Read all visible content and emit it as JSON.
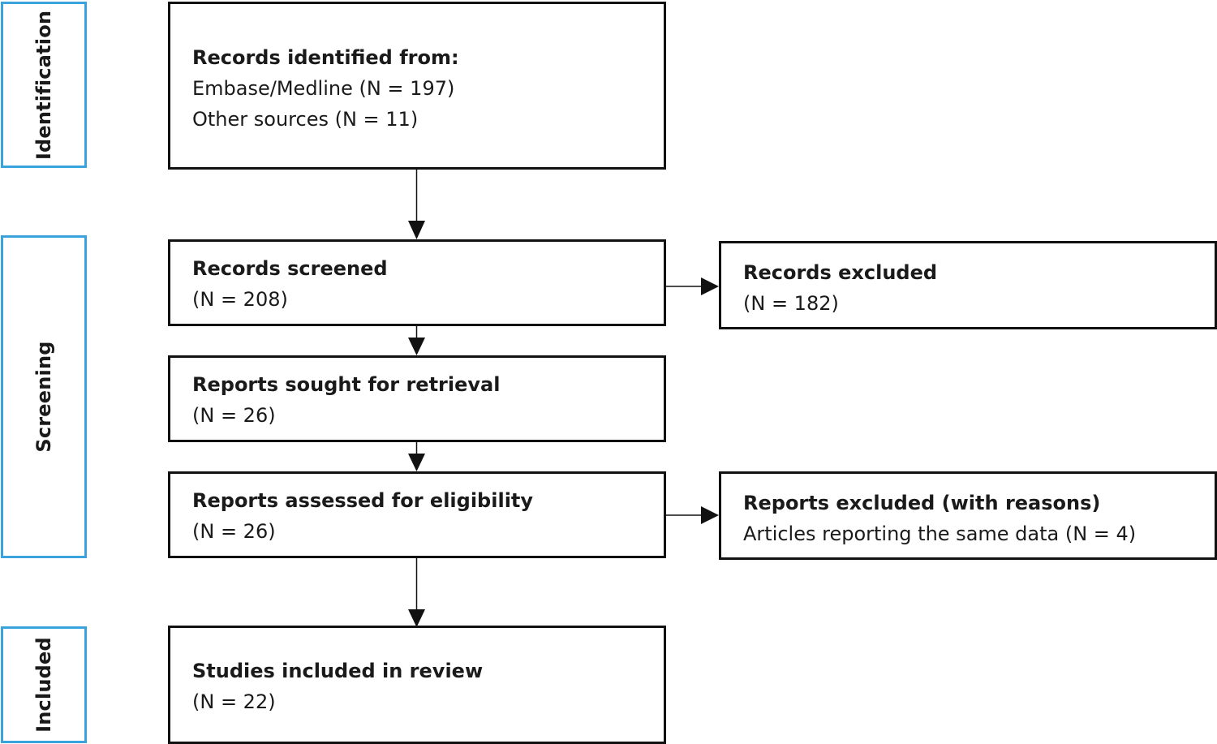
{
  "phases": {
    "identification": "Identification",
    "screening": "Screening",
    "included": "Included"
  },
  "boxes": {
    "identified": {
      "heading": "Records identified from:",
      "lines": [
        "Embase/Medline (N = 197)",
        "Other sources (N = 11)"
      ]
    },
    "screened": {
      "heading": "Records screened",
      "count": "(N = 208)"
    },
    "excluded": {
      "heading": "Records excluded",
      "count": "(N = 182)"
    },
    "sought": {
      "heading": "Reports sought for retrieval",
      "count": "(N = 26)"
    },
    "assessed": {
      "heading": "Reports assessed for eligibility",
      "count": "(N = 26)"
    },
    "reports_excluded": {
      "heading": "Reports excluded (with reasons)",
      "reason": "Articles reporting the same data (N = 4)"
    },
    "included": {
      "heading": "Studies included in review",
      "count": "(N = 22)"
    }
  },
  "colors": {
    "phase_border": "#3aa3dd",
    "box_border": "#111111",
    "arrow": "#111111"
  }
}
